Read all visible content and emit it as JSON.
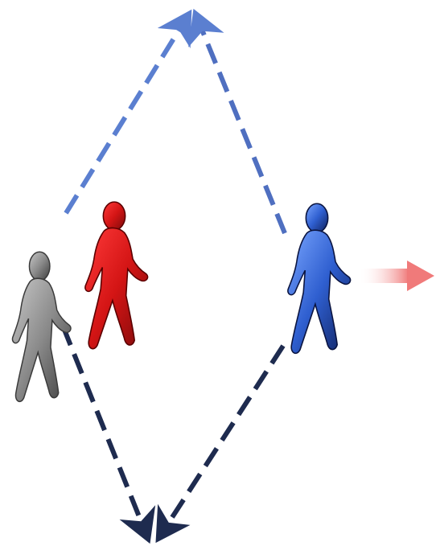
{
  "figure": {
    "figures": [
      {
        "name": "gray-runner",
        "color": "#8c8c8c"
      },
      {
        "name": "red-runner",
        "color": "#d42020"
      },
      {
        "name": "blue-runner",
        "color": "#3a63c8"
      }
    ],
    "paths": [
      {
        "name": "upper-left-path",
        "color": "#5b7fd0"
      },
      {
        "name": "upper-right-path",
        "color": "#4f6fc0"
      },
      {
        "name": "lower-left-path",
        "color": "#1e2b4f"
      },
      {
        "name": "lower-right-path",
        "color": "#1e2b4f"
      }
    ],
    "motion_arrow_color": "#f07a7a"
  }
}
